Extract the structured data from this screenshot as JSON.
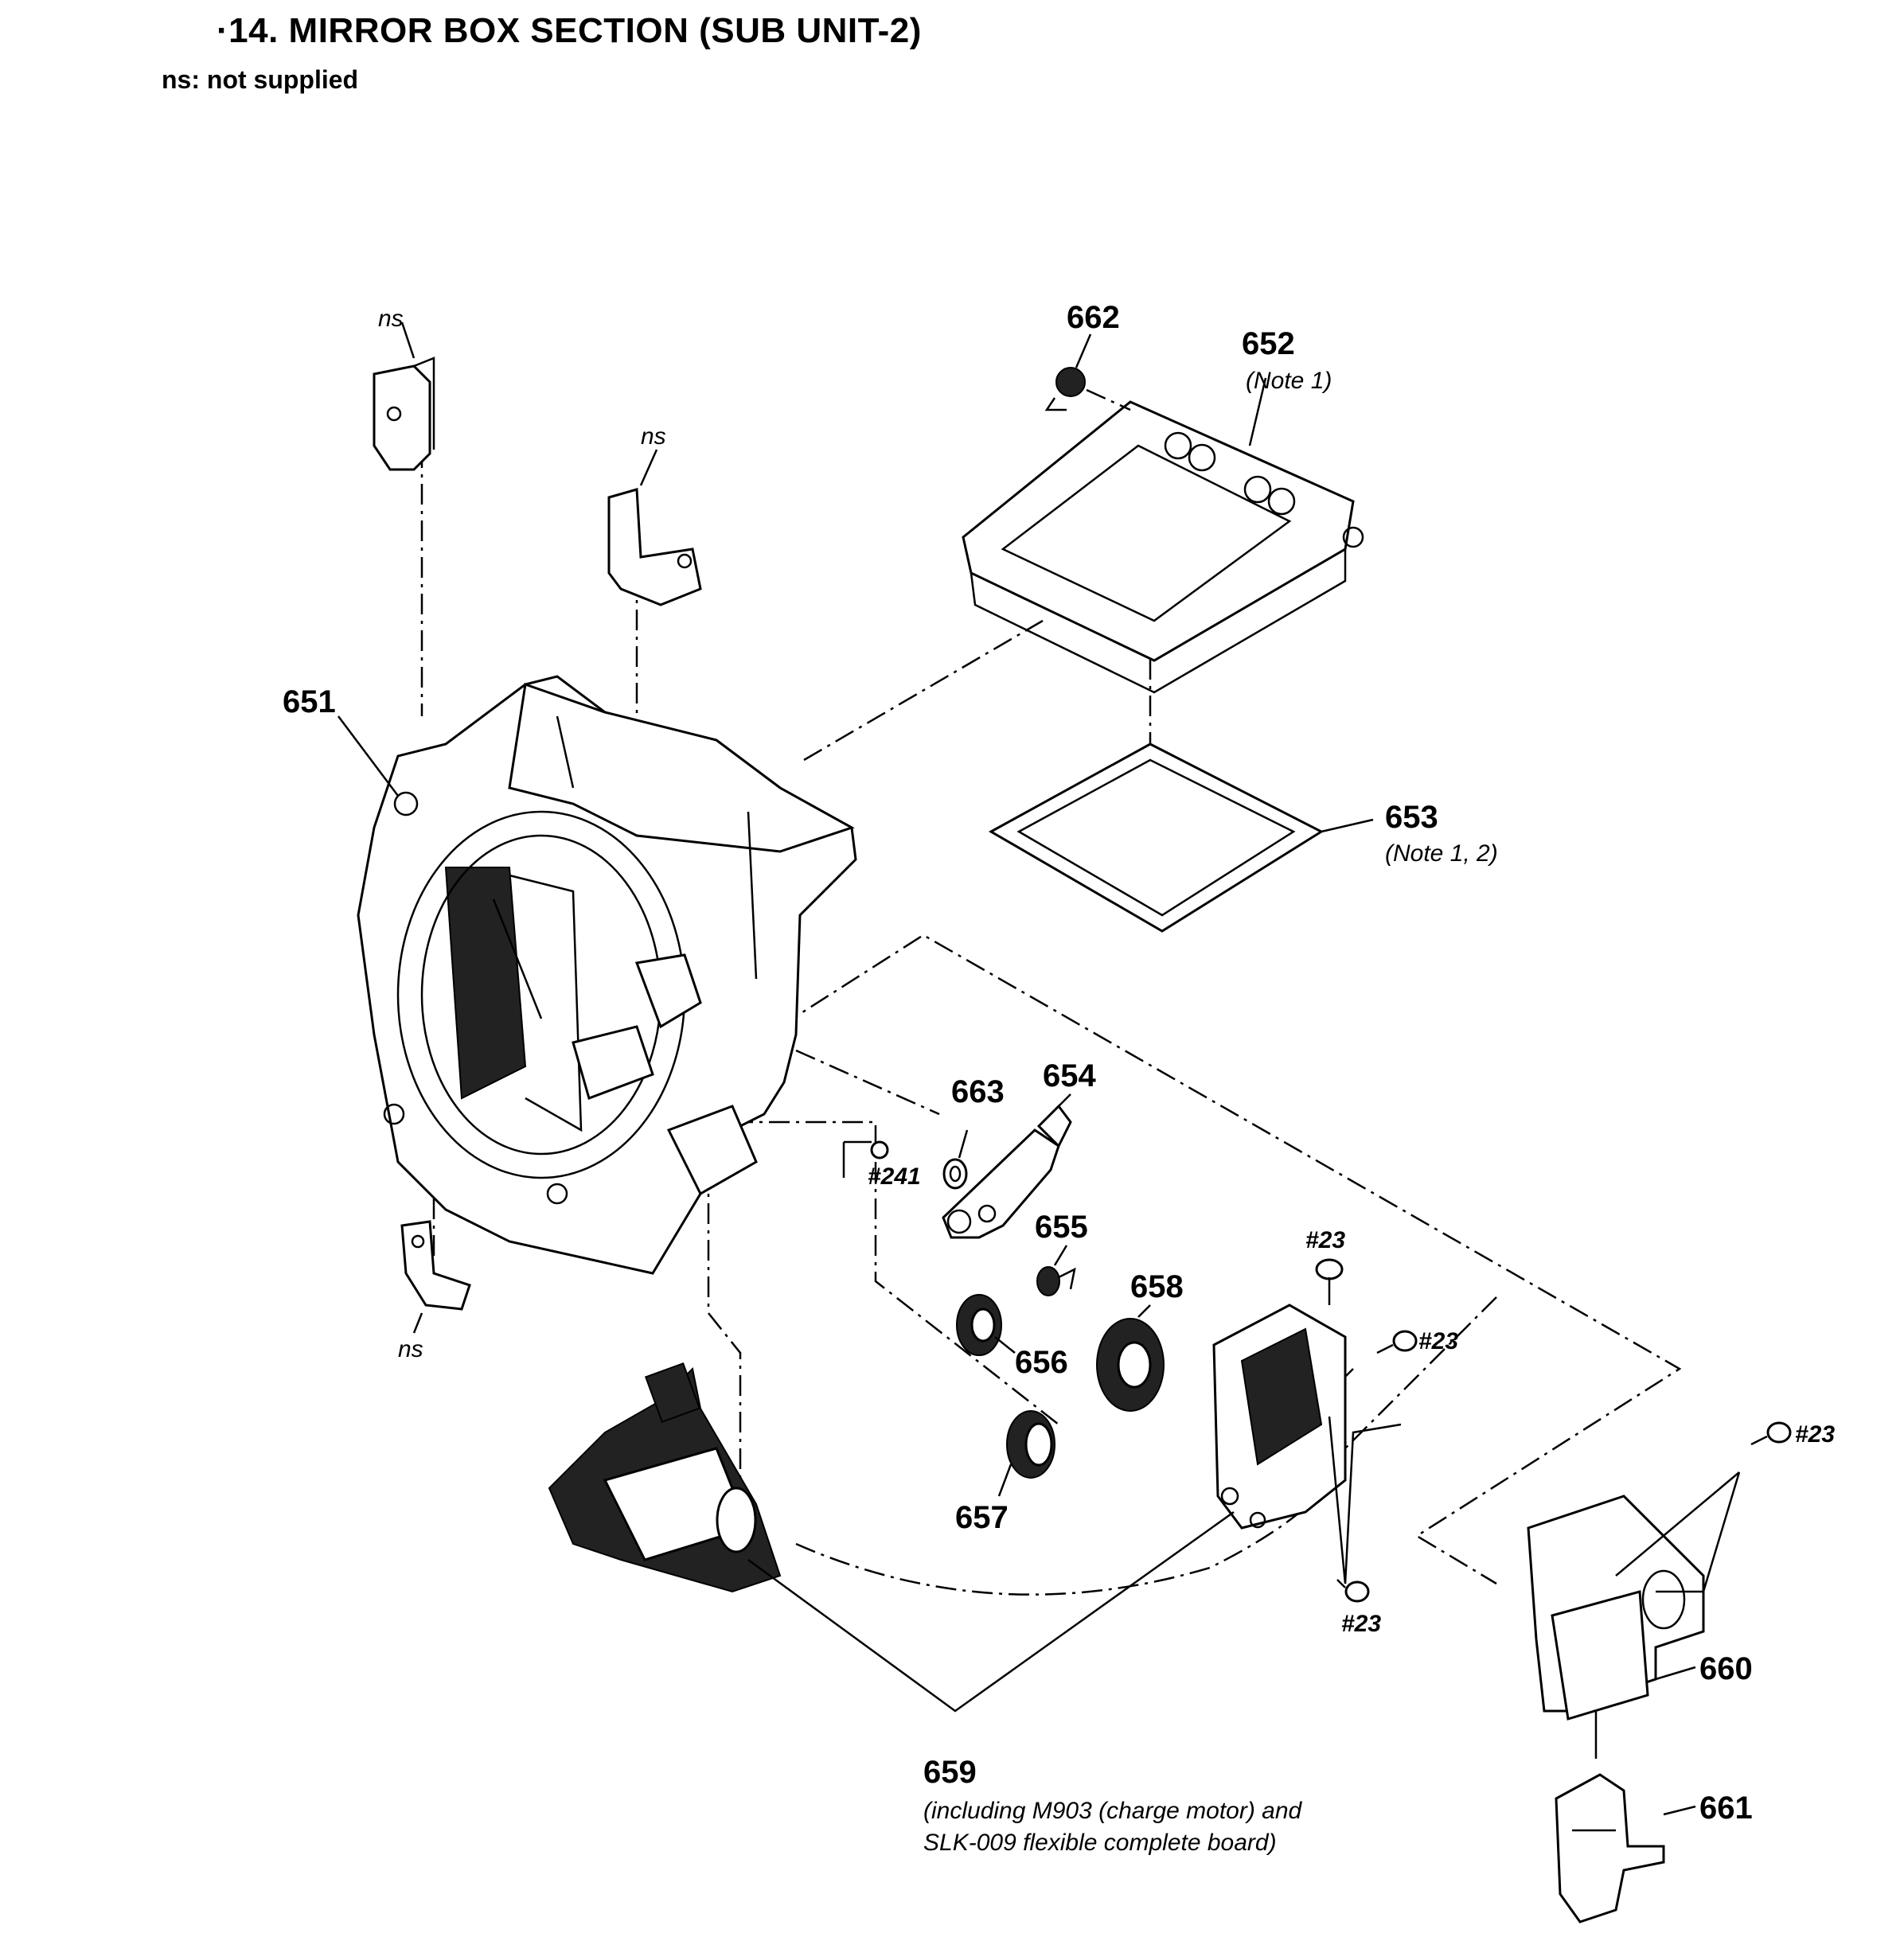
{
  "header": {
    "title": "·14. MIRROR BOX SECTION (SUB UNIT-2)",
    "legend": "ns: not supplied"
  },
  "diagram": {
    "part_labels": {
      "p651": "651",
      "p652": "652",
      "p653": "653",
      "p654": "654",
      "p655": "655",
      "p656": "656",
      "p657": "657",
      "p658": "658",
      "p659": "659",
      "p660": "660",
      "p661": "661",
      "p662": "662",
      "p663": "663"
    },
    "notes": {
      "n652": "(Note 1)",
      "n653": "(Note 1, 2)",
      "n659_line1": "(including M903 (charge motor) and",
      "n659_line2": "SLK-009 flexible complete board)"
    },
    "ns_labels": {
      "ns1": "ns",
      "ns2": "ns",
      "ns3": "ns"
    },
    "screw_labels": {
      "s241": "#241",
      "s23a": "#23",
      "s23b": "#23",
      "s23c": "#23",
      "s23d": "#23"
    }
  }
}
